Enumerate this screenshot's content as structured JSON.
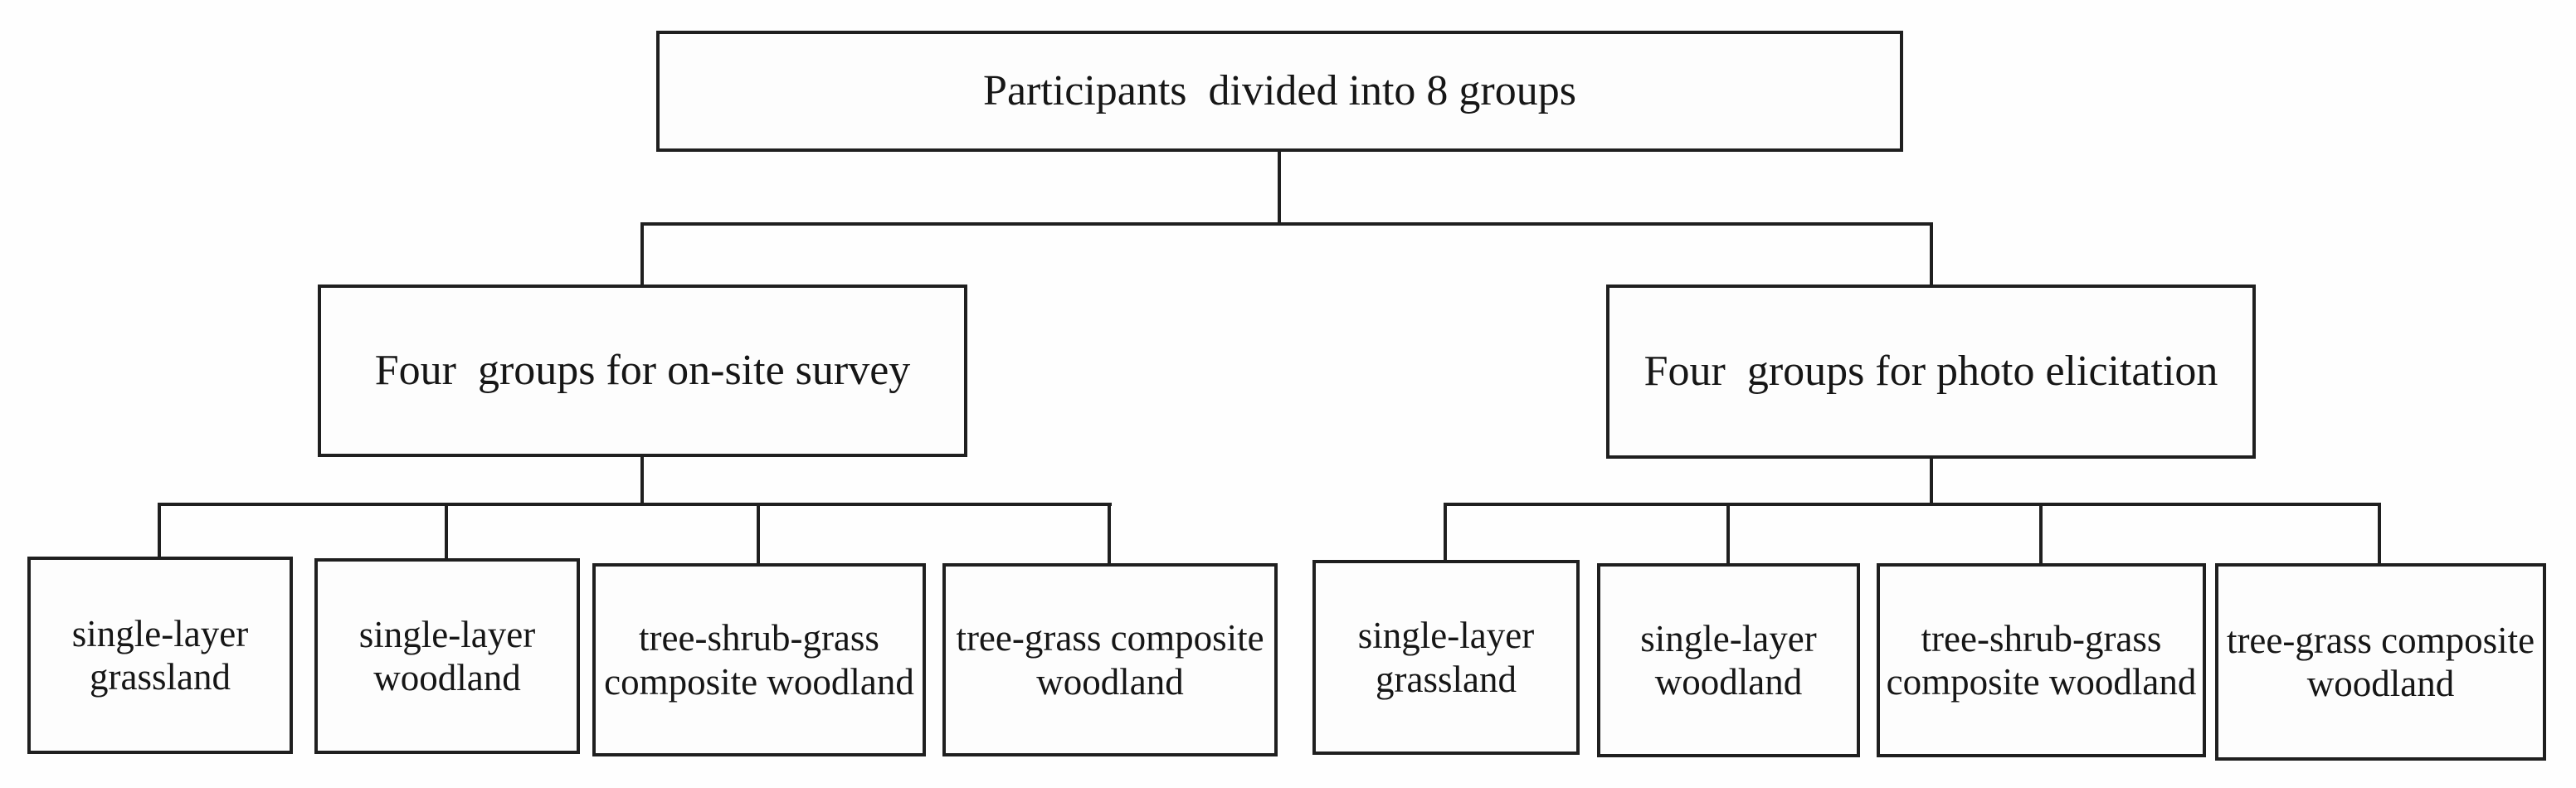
{
  "diagram": {
    "title": "Participant grouping flowchart",
    "colors": {
      "border": "#1f1f1f",
      "line": "#1f1f1f",
      "text": "#161616",
      "background": "#fefefe"
    },
    "root": {
      "label": "Participants  divided into 8 groups"
    },
    "branches": [
      {
        "label": "Four  groups for on-site survey",
        "children": [
          "single-layer\ngrassland",
          "single-layer\nwoodland",
          "tree-shrub-grass\ncomposite woodland",
          "tree-grass composite\nwoodland"
        ]
      },
      {
        "label": "Four  groups for photo elicitation",
        "children": [
          "single-layer\ngrassland",
          "single-layer\nwoodland",
          "tree-shrub-grass\ncomposite woodland",
          "tree-grass composite\nwoodland"
        ]
      }
    ]
  }
}
